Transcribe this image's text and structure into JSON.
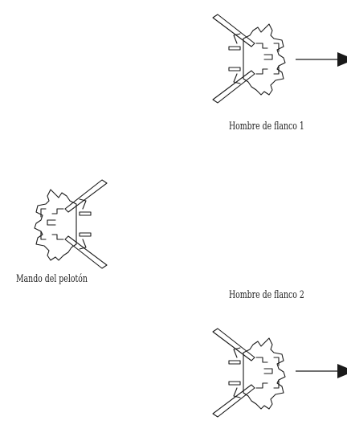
{
  "figures": [
    {
      "label": "Hombre de flanco 1",
      "icon": "soldier-figure-icon",
      "has_arrow": true
    },
    {
      "label": "Mando del pelotón",
      "icon": "soldier-figure-icon",
      "has_arrow": false
    },
    {
      "label": "Hombre de flanco 2",
      "icon": "soldier-figure-icon",
      "has_arrow": true
    }
  ],
  "colors": {
    "ink": "#1a1a1a",
    "background": "#ffffff"
  }
}
